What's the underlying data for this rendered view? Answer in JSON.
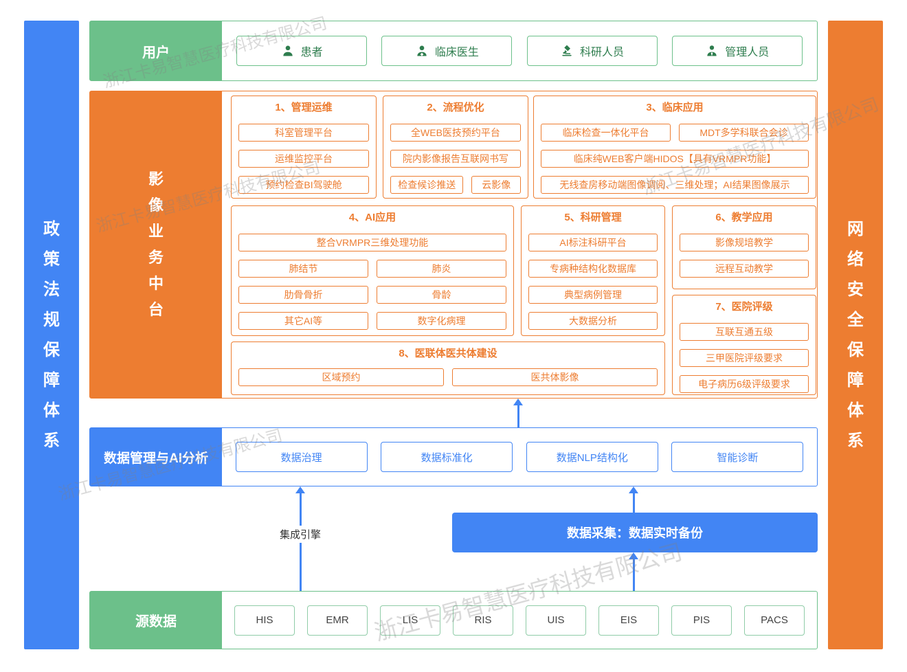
{
  "watermark": {
    "text": "浙江卡易智慧医疗科技有限公司"
  },
  "side_bars": {
    "left": {
      "label": "政策法规保障体系",
      "color": "#4285F4"
    },
    "right": {
      "label": "网络安全保障体系",
      "color": "#ED7D31"
    }
  },
  "users": {
    "label": "用户",
    "items": [
      {
        "label": "患者",
        "icon": "patient-icon"
      },
      {
        "label": "临床医生",
        "icon": "doctor-icon"
      },
      {
        "label": "科研人员",
        "icon": "microscope-icon"
      },
      {
        "label": "管理人员",
        "icon": "manager-icon"
      }
    ]
  },
  "platform": {
    "label": "影像业务中台",
    "groups": [
      {
        "title": "1、管理运维",
        "items": [
          "科室管理平台",
          "运维监控平台",
          "预约检查BI驾驶舱"
        ]
      },
      {
        "title": "2、流程优化",
        "items": [
          "全WEB医技预约平台",
          "院内影像报告互联网书写",
          "检查候诊推送",
          "云影像"
        ]
      },
      {
        "title": "3、临床应用",
        "items": [
          "临床检查一体化平台",
          "MDT多学科联合会诊",
          "临床纯WEB客户端HIDOS【具有VRMPR功能】",
          "无线查房移动端图像调阅、三维处理；AI结果图像展示"
        ]
      },
      {
        "title": "4、AI应用",
        "items": [
          "整合VRMPR三维处理功能",
          "肺结节",
          "肺炎",
          "肋骨骨折",
          "骨龄",
          "其它AI等",
          "数字化病理"
        ]
      },
      {
        "title": "5、科研管理",
        "items": [
          "AI标注科研平台",
          "专病种结构化数据库",
          "典型病例管理",
          "大数据分析"
        ]
      },
      {
        "title": "6、教学应用",
        "items": [
          "影像规培教学",
          "远程互动教学"
        ]
      },
      {
        "title": "7、医院评级",
        "items": [
          "互联互通五级",
          "三甲医院评级要求",
          "电子病历6级评级要求"
        ]
      },
      {
        "title": "8、医联体医共体建设",
        "items": [
          "区域预约",
          "医共体影像"
        ]
      }
    ]
  },
  "data_management": {
    "label": "数据管理与AI分析",
    "items": [
      "数据治理",
      "数据标准化",
      "数据NLP结构化",
      "智能诊断"
    ]
  },
  "integration_engine": {
    "label": "集成引擎"
  },
  "data_collection": {
    "label": "数据采集：数据实时备份"
  },
  "source_data": {
    "label": "源数据",
    "items": [
      "HIS",
      "EMR",
      "LIS",
      "RIS",
      "UIS",
      "EIS",
      "PIS",
      "PACS"
    ]
  },
  "colors": {
    "green": "#6CC08A",
    "green_dark": "#2E7D4E",
    "orange": "#ED7D31",
    "blue": "#4285F4",
    "watermark_gray": "#9A9A9A"
  }
}
